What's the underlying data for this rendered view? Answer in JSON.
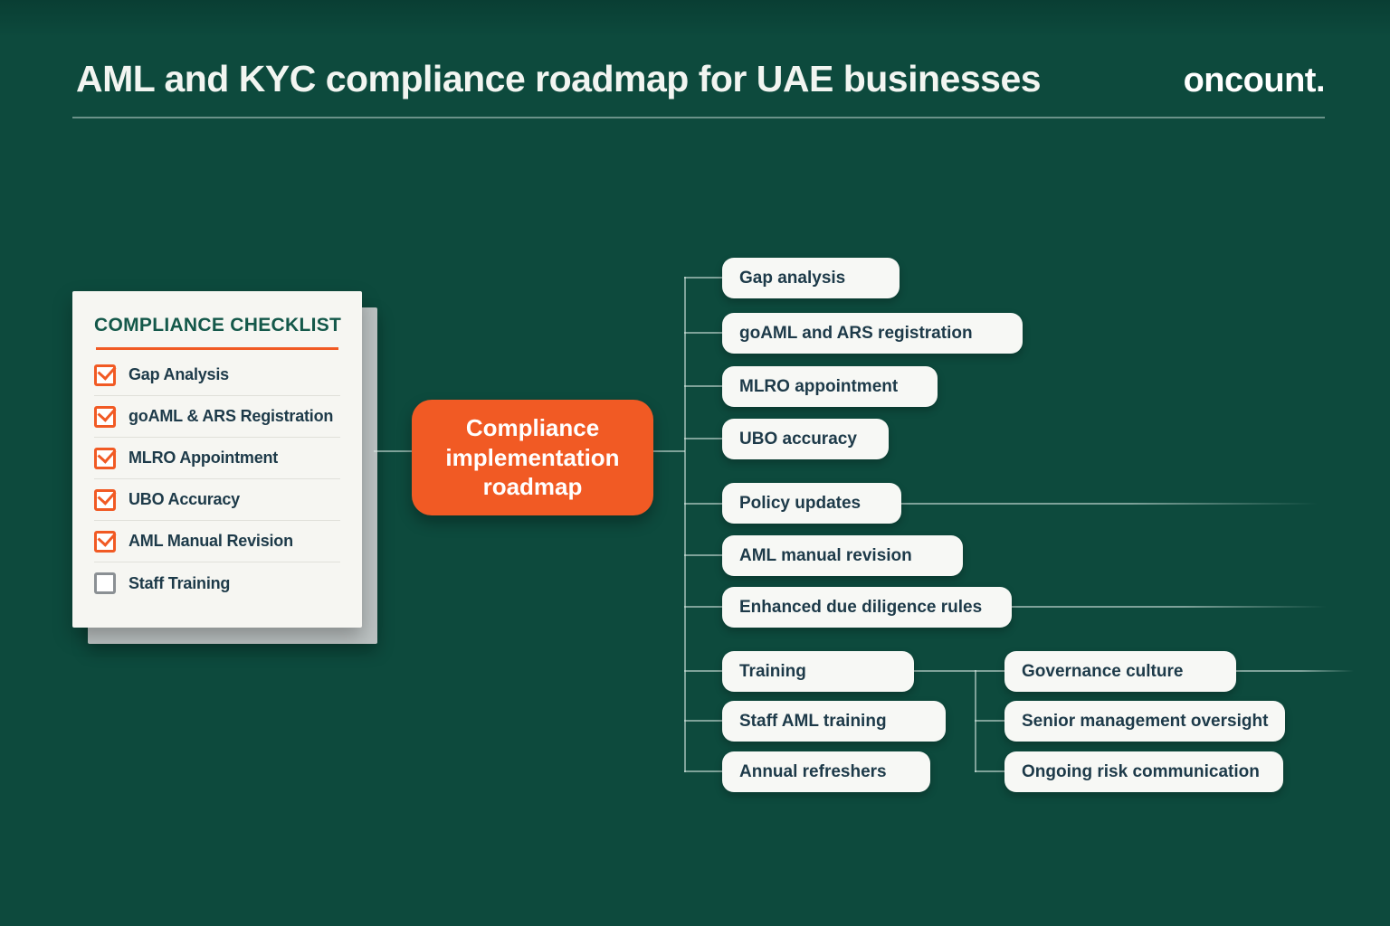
{
  "header": {
    "title": "AML and KYC compliance roadmap for UAE businesses",
    "brand": "oncount."
  },
  "checklist": {
    "title": "COMPLIANCE CHECKLIST",
    "items": [
      {
        "label": "Gap Analysis",
        "checked": true
      },
      {
        "label": "goAML & ARS Registration",
        "checked": true
      },
      {
        "label": "MLRO Appointment",
        "checked": true
      },
      {
        "label": "UBO Accuracy",
        "checked": true
      },
      {
        "label": "AML Manual Revision",
        "checked": true
      },
      {
        "label": "Staff Training",
        "checked": false
      }
    ]
  },
  "roadmap": {
    "center": "Compliance implementation roadmap",
    "phase1": [
      "Gap analysis",
      "goAML and ARS registration",
      "MLRO appointment",
      "UBO accuracy"
    ],
    "phase2": [
      "Policy updates",
      "AML manual revision",
      "Enhanced due diligence rules"
    ],
    "phase3": [
      "Training",
      "Staff AML training",
      "Annual refreshers"
    ],
    "phase3_sub": [
      "Governance culture",
      "Senior management oversight",
      "Ongoing risk communication"
    ]
  },
  "colors": {
    "background": "#0d4a3d",
    "accent": "#f15a24",
    "card": "#f6f6f2",
    "node_bg": "#f7f8f5",
    "node_text": "#1d3a49",
    "checklist_title": "#14584a",
    "line": "#dcebe6",
    "title_text": "#f2f5f1"
  }
}
